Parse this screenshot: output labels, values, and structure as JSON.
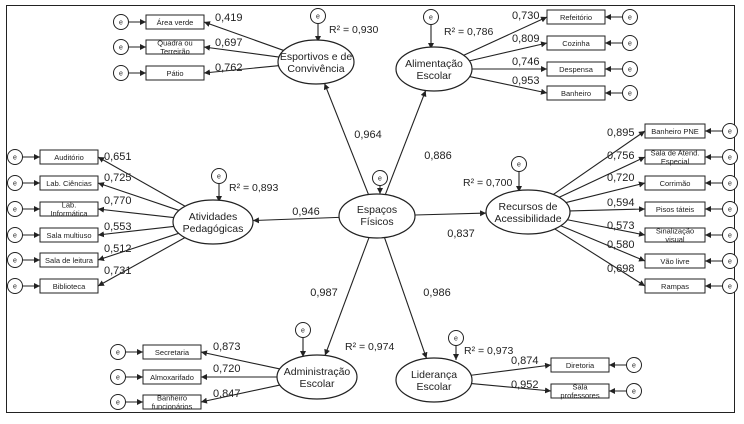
{
  "diagram": {
    "type": "structural-equation-model",
    "error_symbol": "e",
    "r2_prefix": "R² = ",
    "central": {
      "id": "espacos",
      "label": [
        "Espaços",
        "Físicos"
      ]
    },
    "constructs": [
      {
        "id": "esportivos",
        "label": [
          "Esportivos e de",
          "Convivência"
        ],
        "path_coef": "0,964",
        "r2": "0,930",
        "indicators": [
          {
            "label": [
              "Área verde"
            ],
            "loading": "0,419"
          },
          {
            "label": [
              "Quadra ou",
              "Terreirão"
            ],
            "loading": "0,697"
          },
          {
            "label": [
              "Pátio"
            ],
            "loading": "0,762"
          }
        ]
      },
      {
        "id": "alimentacao",
        "label": [
          "Alimentação",
          "Escolar"
        ],
        "path_coef": "0,886",
        "r2": "0,786",
        "indicators": [
          {
            "label": [
              "Refeitório"
            ],
            "loading": "0,730"
          },
          {
            "label": [
              "Cozinha"
            ],
            "loading": "0,809"
          },
          {
            "label": [
              "Despensa"
            ],
            "loading": "0,746"
          },
          {
            "label": [
              "Banheiro"
            ],
            "loading": "0,953"
          }
        ]
      },
      {
        "id": "atividades",
        "label": [
          "Atividades",
          "Pedagógicas"
        ],
        "path_coef": "0,946",
        "r2": "0,893",
        "indicators": [
          {
            "label": [
              "Auditório"
            ],
            "loading": "0,651"
          },
          {
            "label": [
              "Lab. Ciências"
            ],
            "loading": "0,725"
          },
          {
            "label": [
              "Lab.",
              "Informática"
            ],
            "loading": "0,770"
          },
          {
            "label": [
              "Sala multiuso"
            ],
            "loading": "0,553"
          },
          {
            "label": [
              "Sala de leitura"
            ],
            "loading": "0,512"
          },
          {
            "label": [
              "Biblioteca"
            ],
            "loading": "0,731"
          }
        ]
      },
      {
        "id": "recursos",
        "label": [
          "Recursos de",
          "Acessibilidade"
        ],
        "path_coef": "0,837",
        "r2": "0,700",
        "indicators": [
          {
            "label": [
              "Banheiro PNE"
            ],
            "loading": "0,895"
          },
          {
            "label": [
              "Sala de Atend.",
              "Especial"
            ],
            "loading": "0,756"
          },
          {
            "label": [
              "Corrimão"
            ],
            "loading": "0,720"
          },
          {
            "label": [
              "Pisos táteis"
            ],
            "loading": "0,594"
          },
          {
            "label": [
              "Sinalização",
              "visual"
            ],
            "loading": "0,573"
          },
          {
            "label": [
              "Vão livre"
            ],
            "loading": "0,580"
          },
          {
            "label": [
              "Rampas"
            ],
            "loading": "0,698"
          }
        ]
      },
      {
        "id": "administracao",
        "label": [
          "Administração",
          "Escolar"
        ],
        "path_coef": "0,987",
        "r2": "0,974",
        "indicators": [
          {
            "label": [
              "Secretaria"
            ],
            "loading": "0,873"
          },
          {
            "label": [
              "Almoxarifado"
            ],
            "loading": "0,720"
          },
          {
            "label": [
              "Banheiro",
              "funcionários"
            ],
            "loading": "0,847"
          }
        ]
      },
      {
        "id": "lideranca",
        "label": [
          "Liderança",
          "Escolar"
        ],
        "path_coef": "0,986",
        "r2": "0,973",
        "indicators": [
          {
            "label": [
              "Diretoria"
            ],
            "loading": "0,874"
          },
          {
            "label": [
              "Sala",
              "professores"
            ],
            "loading": "0,952"
          }
        ]
      }
    ]
  }
}
